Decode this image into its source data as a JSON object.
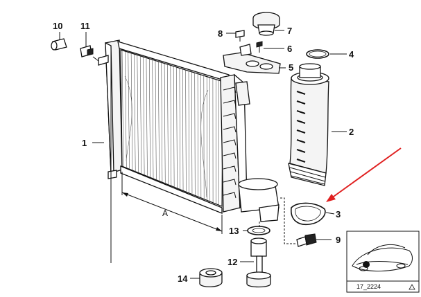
{
  "labels": {
    "p1": "1",
    "p2": "2",
    "p3": "3",
    "p4": "4",
    "p5": "5",
    "p6": "6",
    "p7": "7",
    "p8": "8",
    "p9": "9",
    "p10": "10",
    "p11": "11",
    "p12": "12",
    "p13": "13",
    "p14": "14"
  },
  "dimension": {
    "label": "A"
  },
  "thumbnail": {
    "ref": "17_2224"
  },
  "colors": {
    "arrow": "#e02020",
    "ink": "#111111"
  },
  "icons": {
    "corner": "triangle-icon"
  }
}
